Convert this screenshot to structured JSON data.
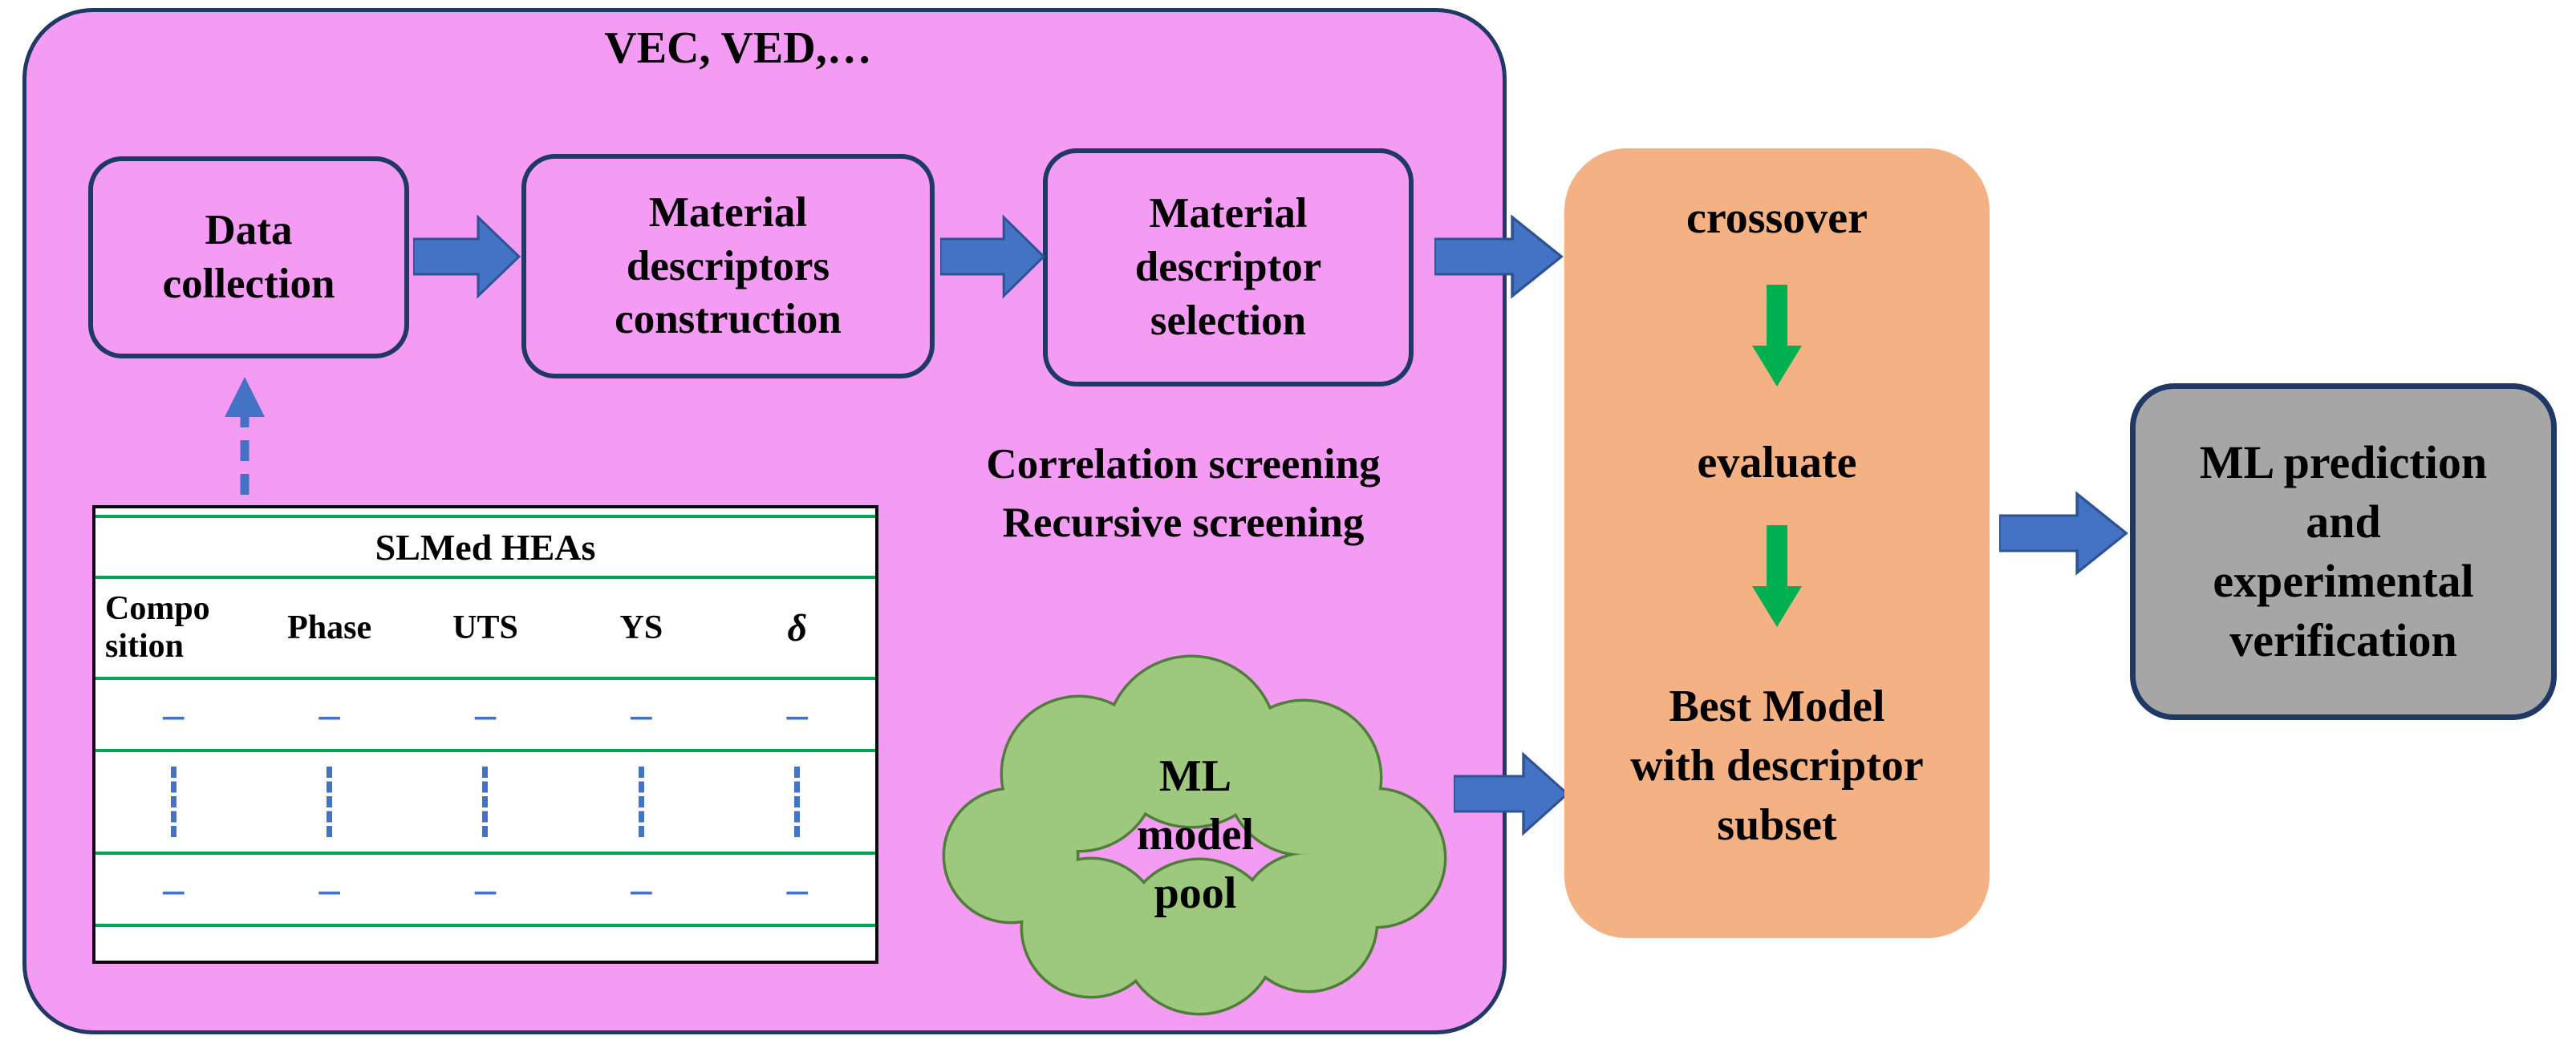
{
  "main_panel": {
    "descriptors_hint": "VEC, VED,…",
    "flow_boxes": {
      "data_collection": "Data\ncollection",
      "descriptors_construction": "Material\ndescriptors\nconstruction",
      "descriptor_selection": "Material\ndescriptor\nselection"
    },
    "screening_note": "Correlation screening\nRecursive screening",
    "table": {
      "title": "SLMed HEAs",
      "columns": [
        "Compo\nsition",
        "Phase",
        "UTS",
        "YS",
        "δ"
      ],
      "rows": [
        [
          "–",
          "–",
          "–",
          "–",
          "–"
        ],
        [
          "⋮",
          "⋮",
          "⋮",
          "⋮",
          "⋮"
        ],
        [
          "–",
          "–",
          "–",
          "–",
          "–"
        ]
      ]
    },
    "cloud_label": "ML\nmodel\npool"
  },
  "optimization_panel": {
    "crossover_label": "crossover",
    "evaluate_label": "evaluate",
    "best_model_label": "Best Model\nwith descriptor\nsubset"
  },
  "result_panel": {
    "label": "ML prediction\nand\nexperimental\nverification"
  },
  "colors": {
    "panel_pink": "#F49CF3",
    "panel_orange": "#F4B183",
    "panel_gray": "#A6A6A6",
    "border_navy": "#1F3864",
    "arrow_blue": "#4472C4",
    "arrow_green": "#00B050",
    "table_line_green": "#00A651",
    "cloud_green_fill": "#9DC87E",
    "cloud_green_stroke": "#4F7D3A"
  }
}
